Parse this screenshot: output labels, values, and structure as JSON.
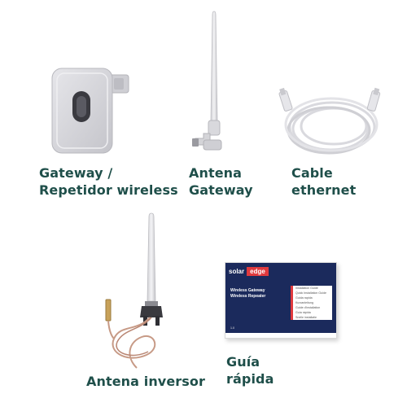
{
  "products": [
    {
      "label_line1": "Gateway /",
      "label_line2": "Repetidor wireless"
    },
    {
      "label_line1": "Antena",
      "label_line2": "Gateway"
    },
    {
      "label_line1": "Cable",
      "label_line2": "ethernet"
    },
    {
      "label_line1": "Antena inversor"
    },
    {
      "label_line1": "Guía",
      "label_line2": "rápida"
    }
  ],
  "guide_card": {
    "brand_left": "solar",
    "brand_right": "edge",
    "title_line1": "Wireless Gateway",
    "title_line2": "Wireless Repeater",
    "version": "1.0",
    "toc": [
      "Installation Guide",
      "Quick Installation Guide",
      "Guida rapida",
      "Kurzanleitung",
      "Guide d'installation",
      "Guía rápida",
      "Snelle installatie"
    ]
  },
  "colors": {
    "label_text": "#1f4f4a",
    "guide_band": "#1b2a5c",
    "brand_accent": "#e03a3e",
    "device_body": "#d8d8dc"
  }
}
